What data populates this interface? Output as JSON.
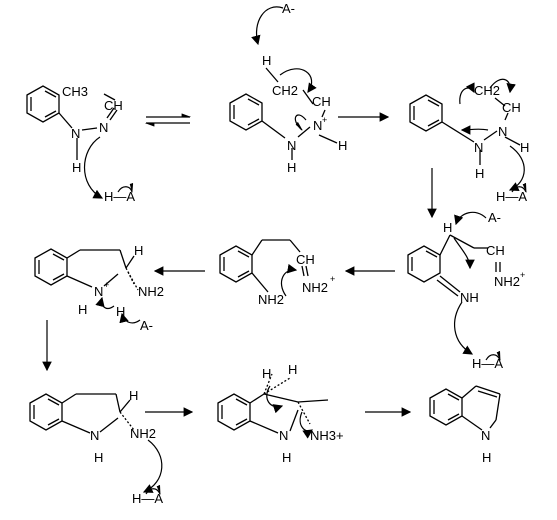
{
  "scheme": {
    "labels": {
      "ch3": "CH3",
      "ch": "CH",
      "n": "N",
      "h": "H",
      "ha": "H—A",
      "a_minus": "A-",
      "ch2": "CH2",
      "nh": "NH",
      "nh2": "NH2",
      "nh2plus": "NH2+",
      "nh3plus": "NH3+",
      "plus": "+",
      "n_plus": "N+",
      "minus": "-"
    },
    "colors": {
      "ink": "#000000",
      "background": "#ffffff"
    }
  }
}
